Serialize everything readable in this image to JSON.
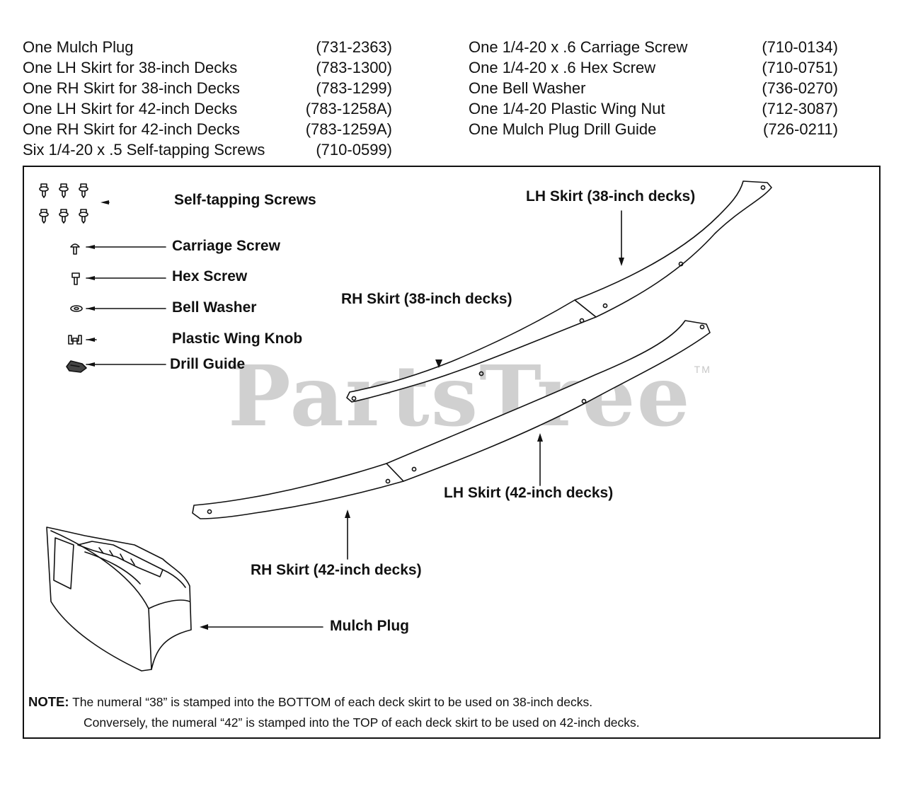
{
  "parts_list": {
    "left": [
      {
        "desc": "One Mulch Plug",
        "part": "(731-2363)"
      },
      {
        "desc": "One LH Skirt for 38-inch Decks",
        "part": "(783-1300)"
      },
      {
        "desc": "One RH Skirt for 38-inch Decks",
        "part": "(783-1299)"
      },
      {
        "desc": "One LH Skirt for 42-inch Decks",
        "part": "(783-1258A)"
      },
      {
        "desc": "One RH Skirt for 42-inch Decks",
        "part": "(783-1259A)"
      },
      {
        "desc": "Six 1/4-20 x .5 Self-tapping Screws",
        "part": "(710-0599)"
      }
    ],
    "right": [
      {
        "desc": "One 1/4-20 x .6 Carriage Screw",
        "part": "(710-0134)"
      },
      {
        "desc": "One 1/4-20 x .6 Hex Screw",
        "part": "(710-0751)"
      },
      {
        "desc": "One Bell Washer",
        "part": "(736-0270)"
      },
      {
        "desc": "One 1/4-20 Plastic Wing Nut",
        "part": "(712-3087)"
      },
      {
        "desc": "One Mulch Plug Drill Guide",
        "part": "(726-0211)"
      }
    ]
  },
  "labels": {
    "self_tapping": "Self-tapping Screws",
    "carriage": "Carriage Screw",
    "hex": "Hex Screw",
    "bell": "Bell Washer",
    "wing": "Plastic Wing Knob",
    "drill": "Drill Guide",
    "lh38": "LH Skirt (38-inch decks)",
    "rh38": "RH Skirt (38-inch decks)",
    "lh42": "LH Skirt (42-inch decks)",
    "rh42": "RH Skirt (42-inch decks)",
    "mulch": "Mulch Plug"
  },
  "note": {
    "key": "NOTE:",
    "line1": "The numeral “38” is stamped into the BOTTOM of each deck skirt to be used on 38-inch decks.",
    "line2": "Conversely, the numeral “42” is stamped into the TOP of each deck skirt to be used on 42-inch decks."
  },
  "watermark": {
    "text": "PartsTree",
    "mark": "TM"
  }
}
